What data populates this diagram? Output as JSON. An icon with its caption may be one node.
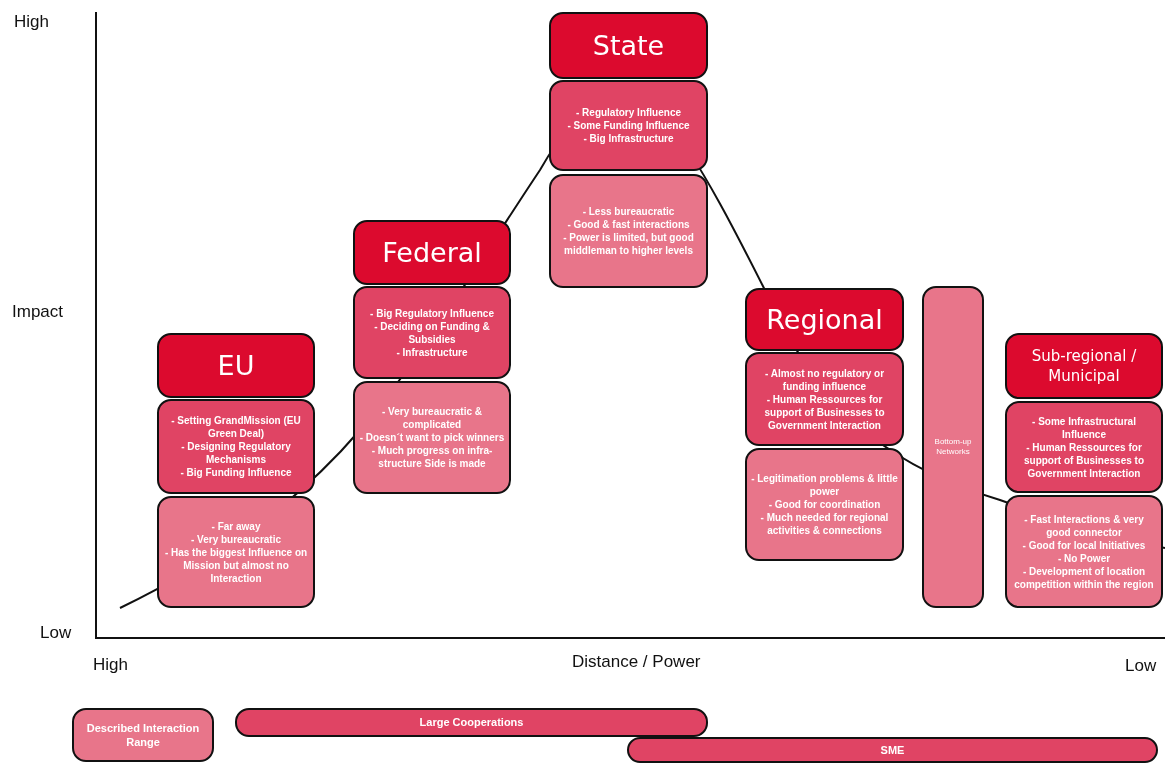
{
  "diagram": {
    "nodes": [
      {
        "text": [
          "EU"
        ]
      },
      {
        "text": [
          "- Setting GrandMission (EU Green Deal)",
          "- Designing Regulatory Mechanisms",
          "- Big Funding Influence"
        ]
      },
      {
        "text": [
          "- Far away",
          "- Very bureaucratic",
          "- Has the biggest Influence on Mission but almost no Interaction"
        ]
      },
      {
        "text": [
          "Federal"
        ]
      },
      {
        "text": [
          "- Big Regulatory Influence",
          "- Deciding on Funding & Subsidies",
          "- Infrastructure"
        ]
      },
      {
        "text": [
          "- Very bureaucratic & complicated",
          "- Doesn´t want to pick winners",
          "- Much progress on infra-structure Side is made"
        ]
      },
      {
        "text": [
          "State"
        ]
      },
      {
        "text": [
          "- Regulatory Influence",
          "- Some Funding Influence",
          "- Big Infrastructure"
        ]
      },
      {
        "text": [
          "- Less bureaucratic",
          "- Good & fast interactions",
          "- Power is limited, but good middleman to higher levels"
        ]
      },
      {
        "text": [
          "Regional"
        ]
      },
      {
        "text": [
          "- Almost no regulatory or funding influence",
          "- Human Ressources for support of Businesses to Government Interaction"
        ]
      },
      {
        "text": [
          "- Legitimation problems & little power",
          "- Good for coordination",
          "- Much needed for regional activities & connections"
        ]
      },
      {
        "text": [
          "Bottom-up Networks"
        ]
      },
      {
        "text": [
          "Sub-regional / Municipal"
        ]
      },
      {
        "text": [
          "- Some Infrastructural Influence",
          "- Human Ressources for support of Businesses to Government Interaction"
        ]
      },
      {
        "text": [
          "- Fast Interactions & very good connector",
          "- Good for local Initiatives",
          "- No Power",
          "- Development of location competition within the region"
        ]
      },
      {
        "text": [
          "Described Interaction Range"
        ]
      },
      {
        "text": [
          "Large Cooperations"
        ]
      },
      {
        "text": [
          "SME"
        ]
      }
    ],
    "edges": [],
    "labels": [
      "High",
      "Impact",
      "Low",
      "High",
      "Distance / Power",
      "Low"
    ]
  }
}
